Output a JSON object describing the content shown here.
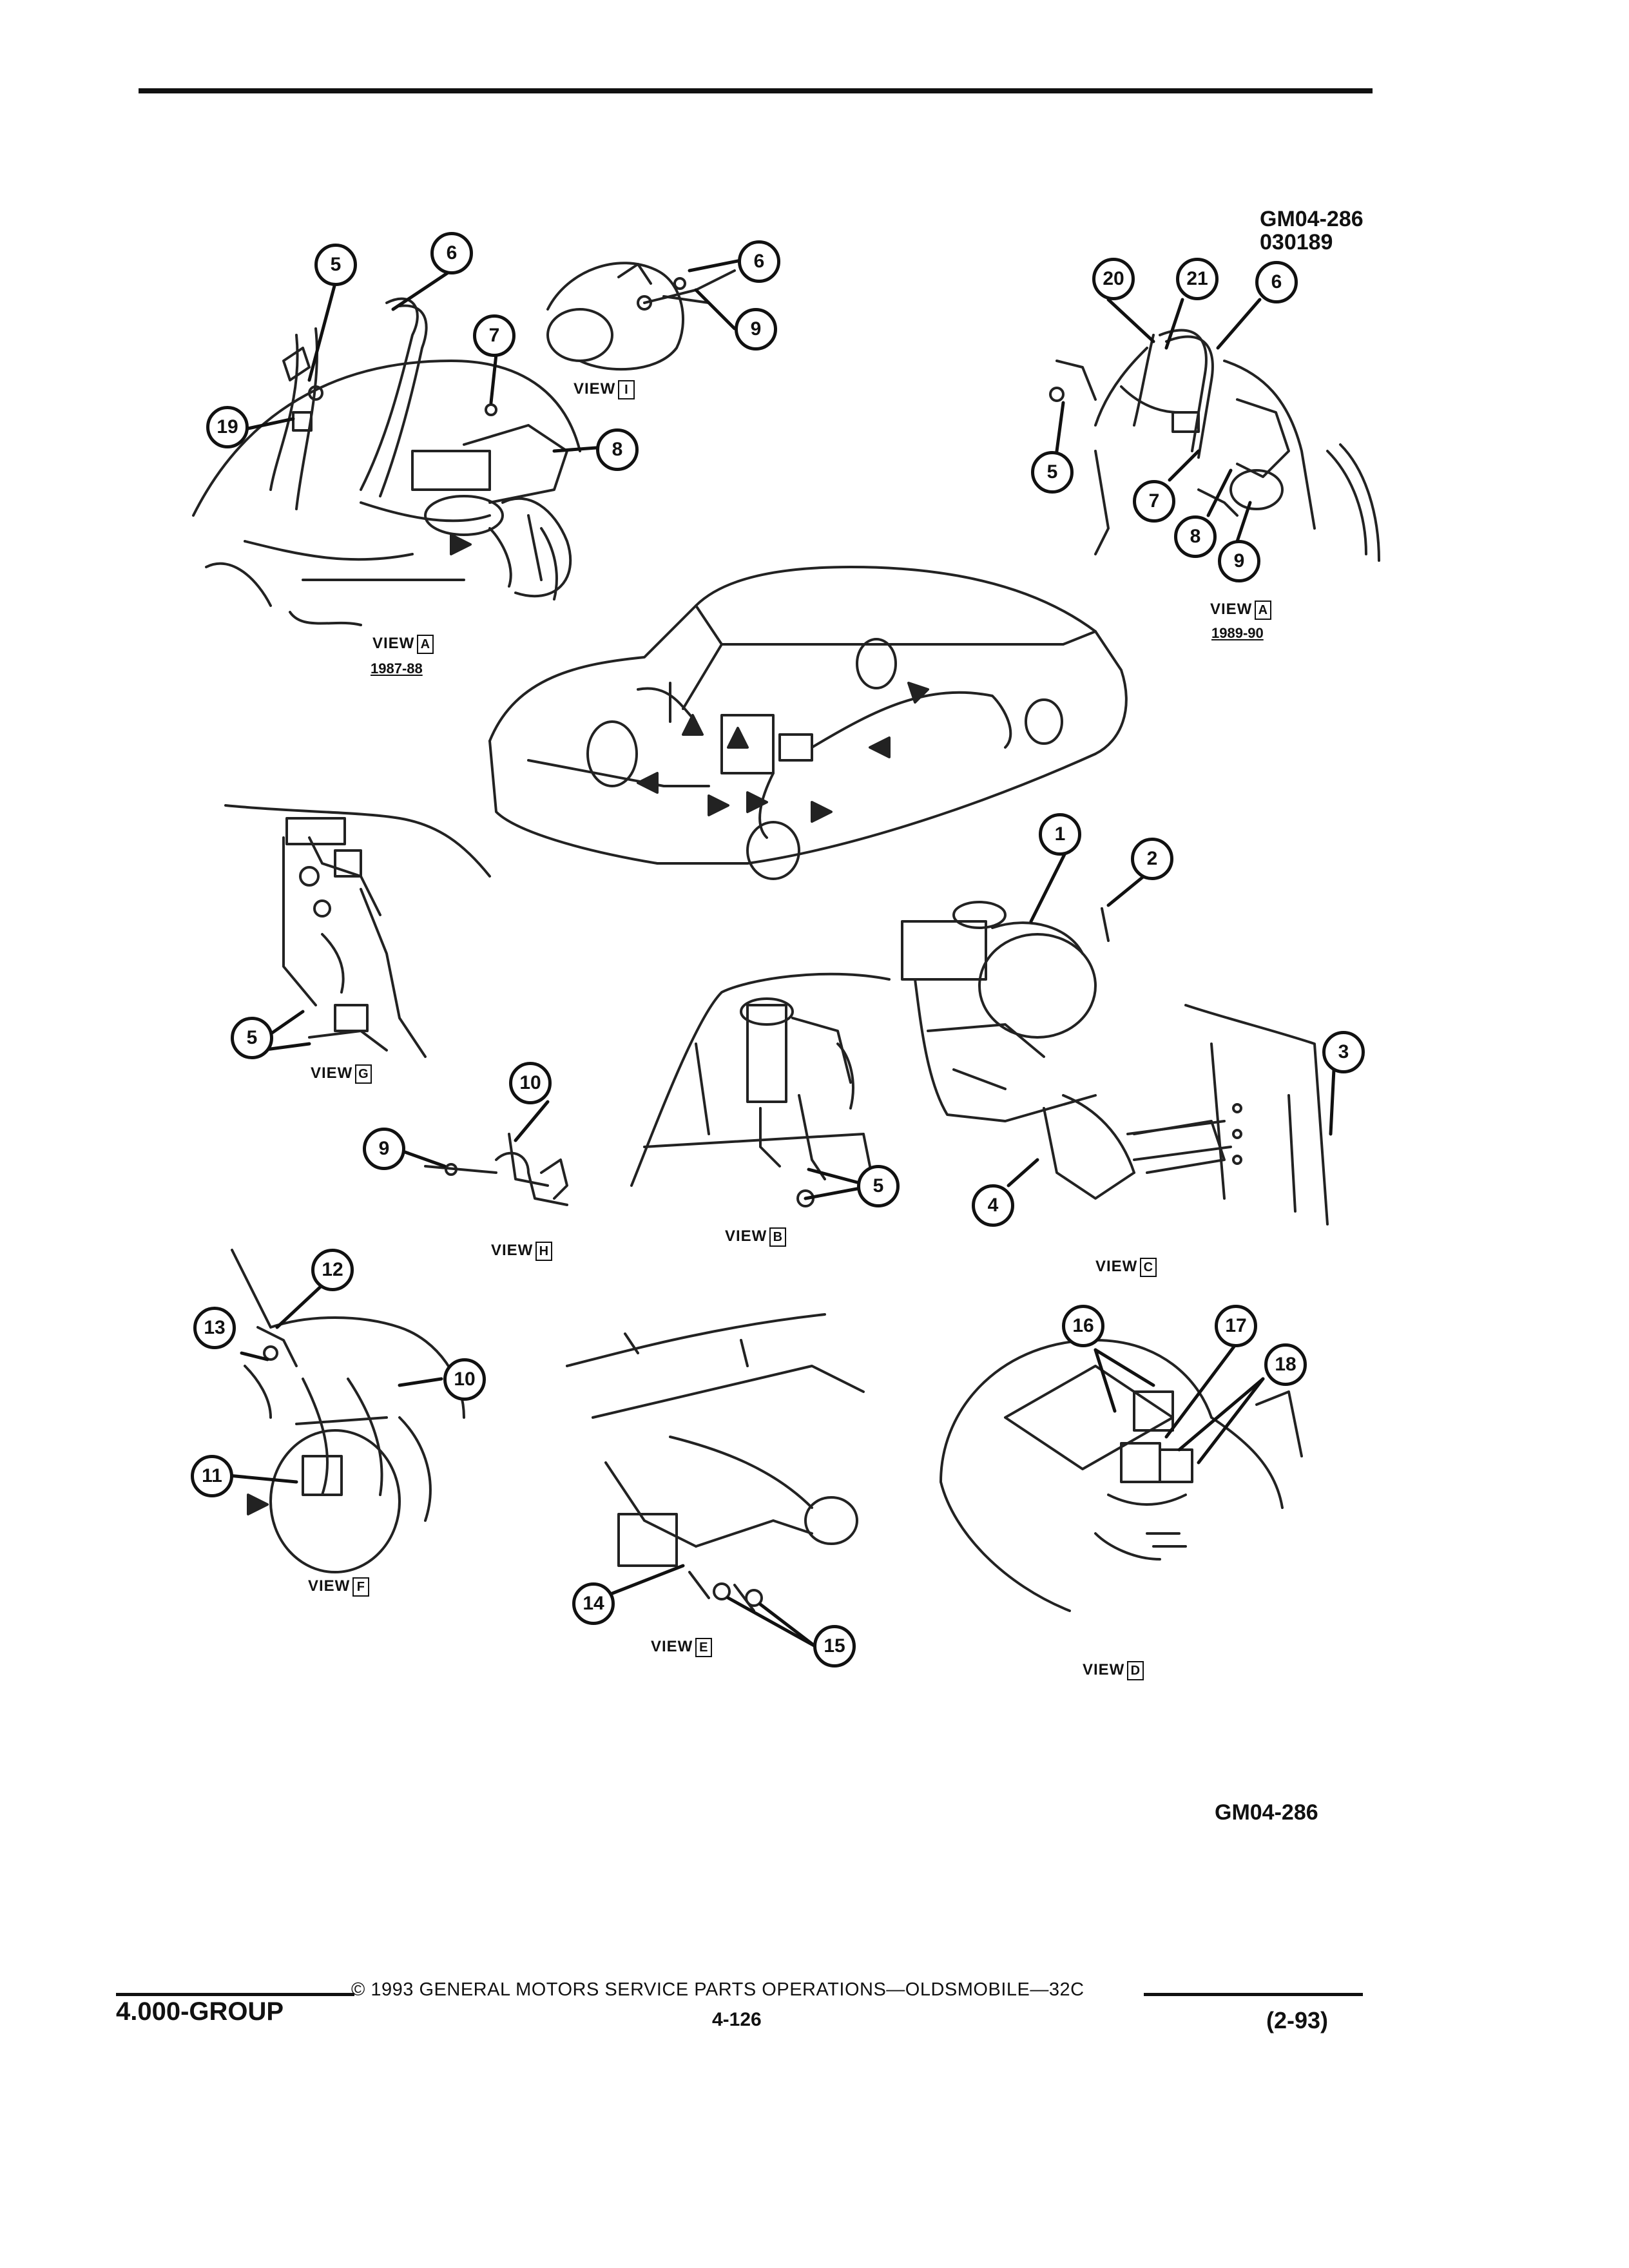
{
  "header": {
    "figure_code_top": "GM04-286",
    "figure_date": "030189"
  },
  "views": {
    "a_1987": {
      "word": "VIEW",
      "letter": "A",
      "year": "1987-88"
    },
    "a_1989": {
      "word": "VIEW",
      "letter": "A",
      "year": "1989-90"
    },
    "i": {
      "word": "VIEW",
      "letter": "I"
    },
    "g": {
      "word": "VIEW",
      "letter": "G"
    },
    "h": {
      "word": "VIEW",
      "letter": "H"
    },
    "b": {
      "word": "VIEW",
      "letter": "B"
    },
    "c": {
      "word": "VIEW",
      "letter": "C"
    },
    "f": {
      "word": "VIEW",
      "letter": "F"
    },
    "e": {
      "word": "VIEW",
      "letter": "E"
    },
    "d": {
      "word": "VIEW",
      "letter": "D"
    }
  },
  "callouts": {
    "c1": "1",
    "c2": "2",
    "c3": "3",
    "c4": "4",
    "c5": "5",
    "c6": "6",
    "c7": "7",
    "c8": "8",
    "c9": "9",
    "c10": "10",
    "c11": "11",
    "c12": "12",
    "c13": "13",
    "c14": "14",
    "c15": "15",
    "c16": "16",
    "c17": "17",
    "c18": "18",
    "c19": "19",
    "c20": "20",
    "c21": "21"
  },
  "figure_code_bottom": "GM04-286",
  "footer": {
    "group": "4.000-GROUP",
    "copyright": "© 1993 GENERAL MOTORS SERVICE PARTS OPERATIONS—OLDSMOBILE—32C",
    "page_number": "4-126",
    "revision": "(2-93)"
  }
}
